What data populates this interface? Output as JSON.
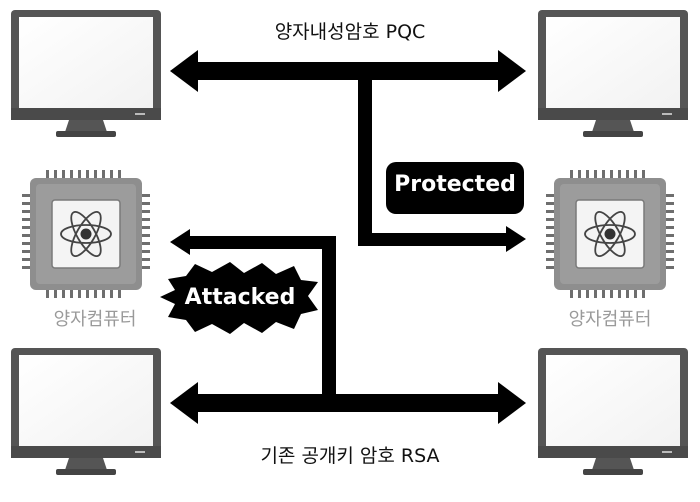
{
  "labels": {
    "top_channel": "양자내성암호 PQC",
    "bottom_channel": "기존 공개키 암호 RSA",
    "protected": "Protected",
    "attacked": "Attacked",
    "quantum_computer_left": "양자컴퓨터",
    "quantum_computer_right": "양자컴퓨터"
  },
  "icons": {
    "endpoints": "monitor-icon",
    "quantum_computer": "quantum-chip-icon"
  },
  "colors": {
    "arrow": "#000000",
    "monitor_frame": "#5a5a5a",
    "chip": "#8a8a8a",
    "caption_gray": "#9a9a9a"
  }
}
